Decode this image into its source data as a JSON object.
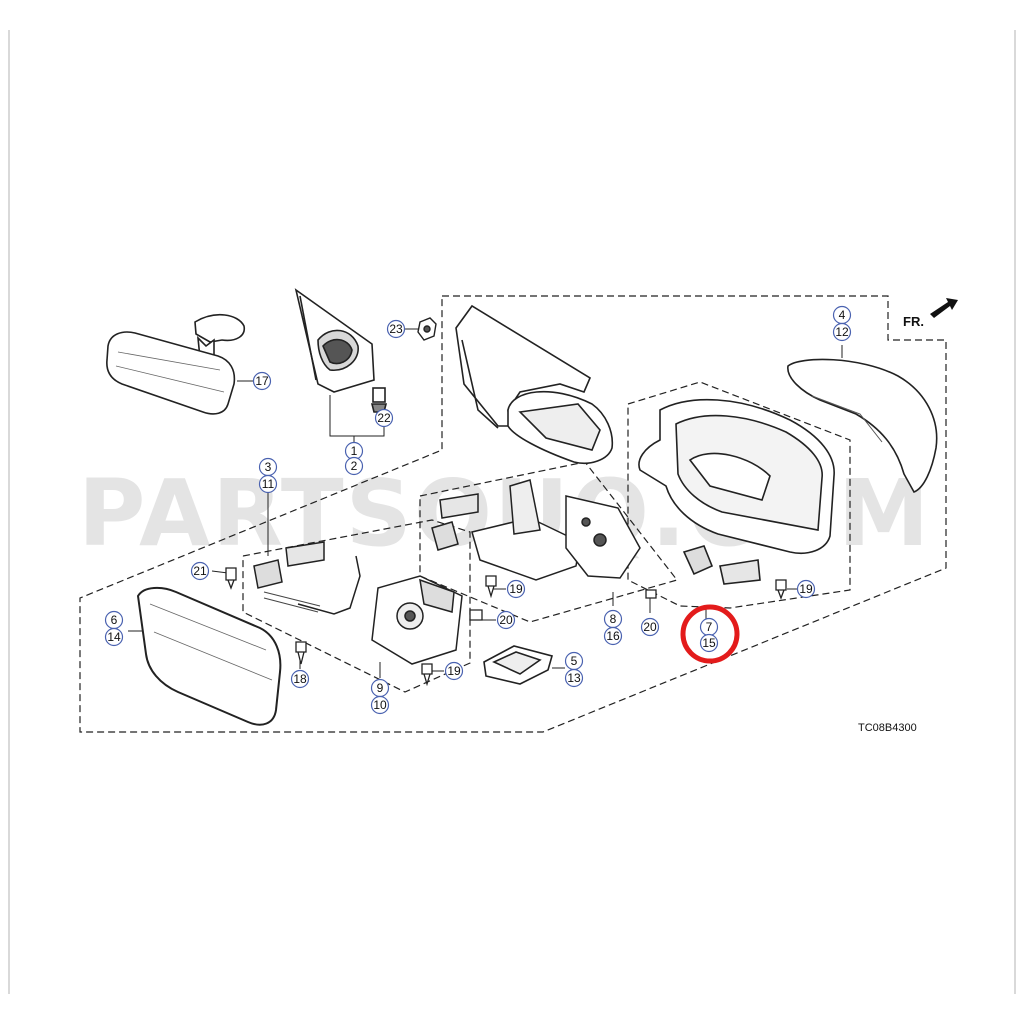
{
  "watermark": "PARTSOUQ.COM",
  "diagram_code": "TC08B4300",
  "direction_label": "FR.",
  "highlight_color": "#e31b1b",
  "callouts": {
    "c1": "1",
    "c2": "2",
    "c3": "3",
    "c4": "4",
    "c5": "5",
    "c6": "6",
    "c7": "7",
    "c8": "8",
    "c9": "9",
    "c10": "10",
    "c11": "11",
    "c12": "12",
    "c13": "13",
    "c14": "14",
    "c15": "15",
    "c16": "16",
    "c17": "17",
    "c18": "18",
    "c19": "19",
    "c20": "20",
    "c21": "21",
    "c22": "22",
    "c23": "23"
  }
}
